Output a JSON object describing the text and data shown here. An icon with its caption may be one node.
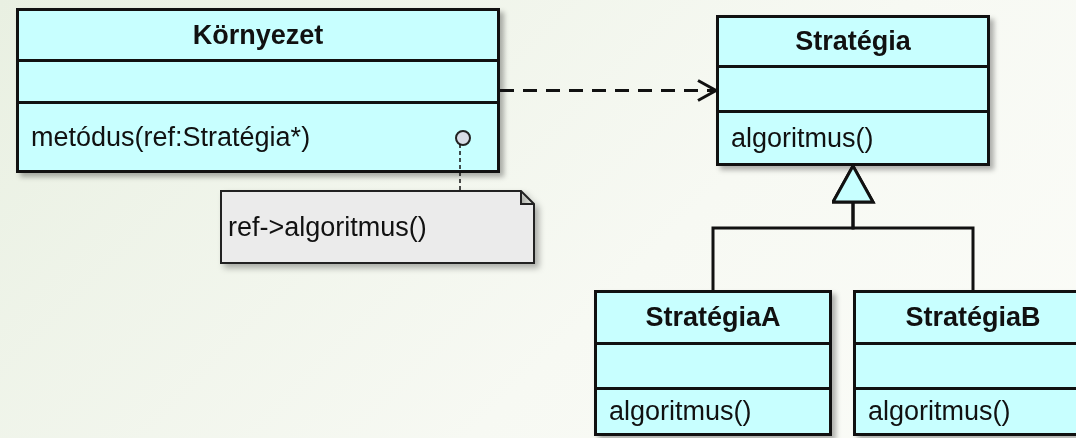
{
  "diagram": {
    "nodes": [
      {
        "text": [
          "Környezet",
          "metódus(ref:Stratégia*)"
        ]
      },
      {
        "text": [],
        "shape": "circle",
        "in": 0
      },
      {
        "text": [
          "Stratégia",
          "algoritmus()"
        ]
      },
      {
        "text": [
          "ref->algoritmus()"
        ]
      },
      {
        "text": [
          "StratégiaA",
          "algoritmus()"
        ]
      },
      {
        "text": [
          "StratégiaB",
          "algoritmus()"
        ]
      }
    ],
    "edges": [
      {
        "from": 0,
        "to": 2,
        "arrow": "to",
        "style": "dashed"
      },
      {
        "from": 3,
        "to": 1,
        "arrow": "none",
        "style": "dashed"
      },
      {
        "from": 4,
        "to": 2,
        "arrow": "to"
      },
      {
        "from": 5,
        "to": 2,
        "arrow": "to"
      }
    ]
  }
}
